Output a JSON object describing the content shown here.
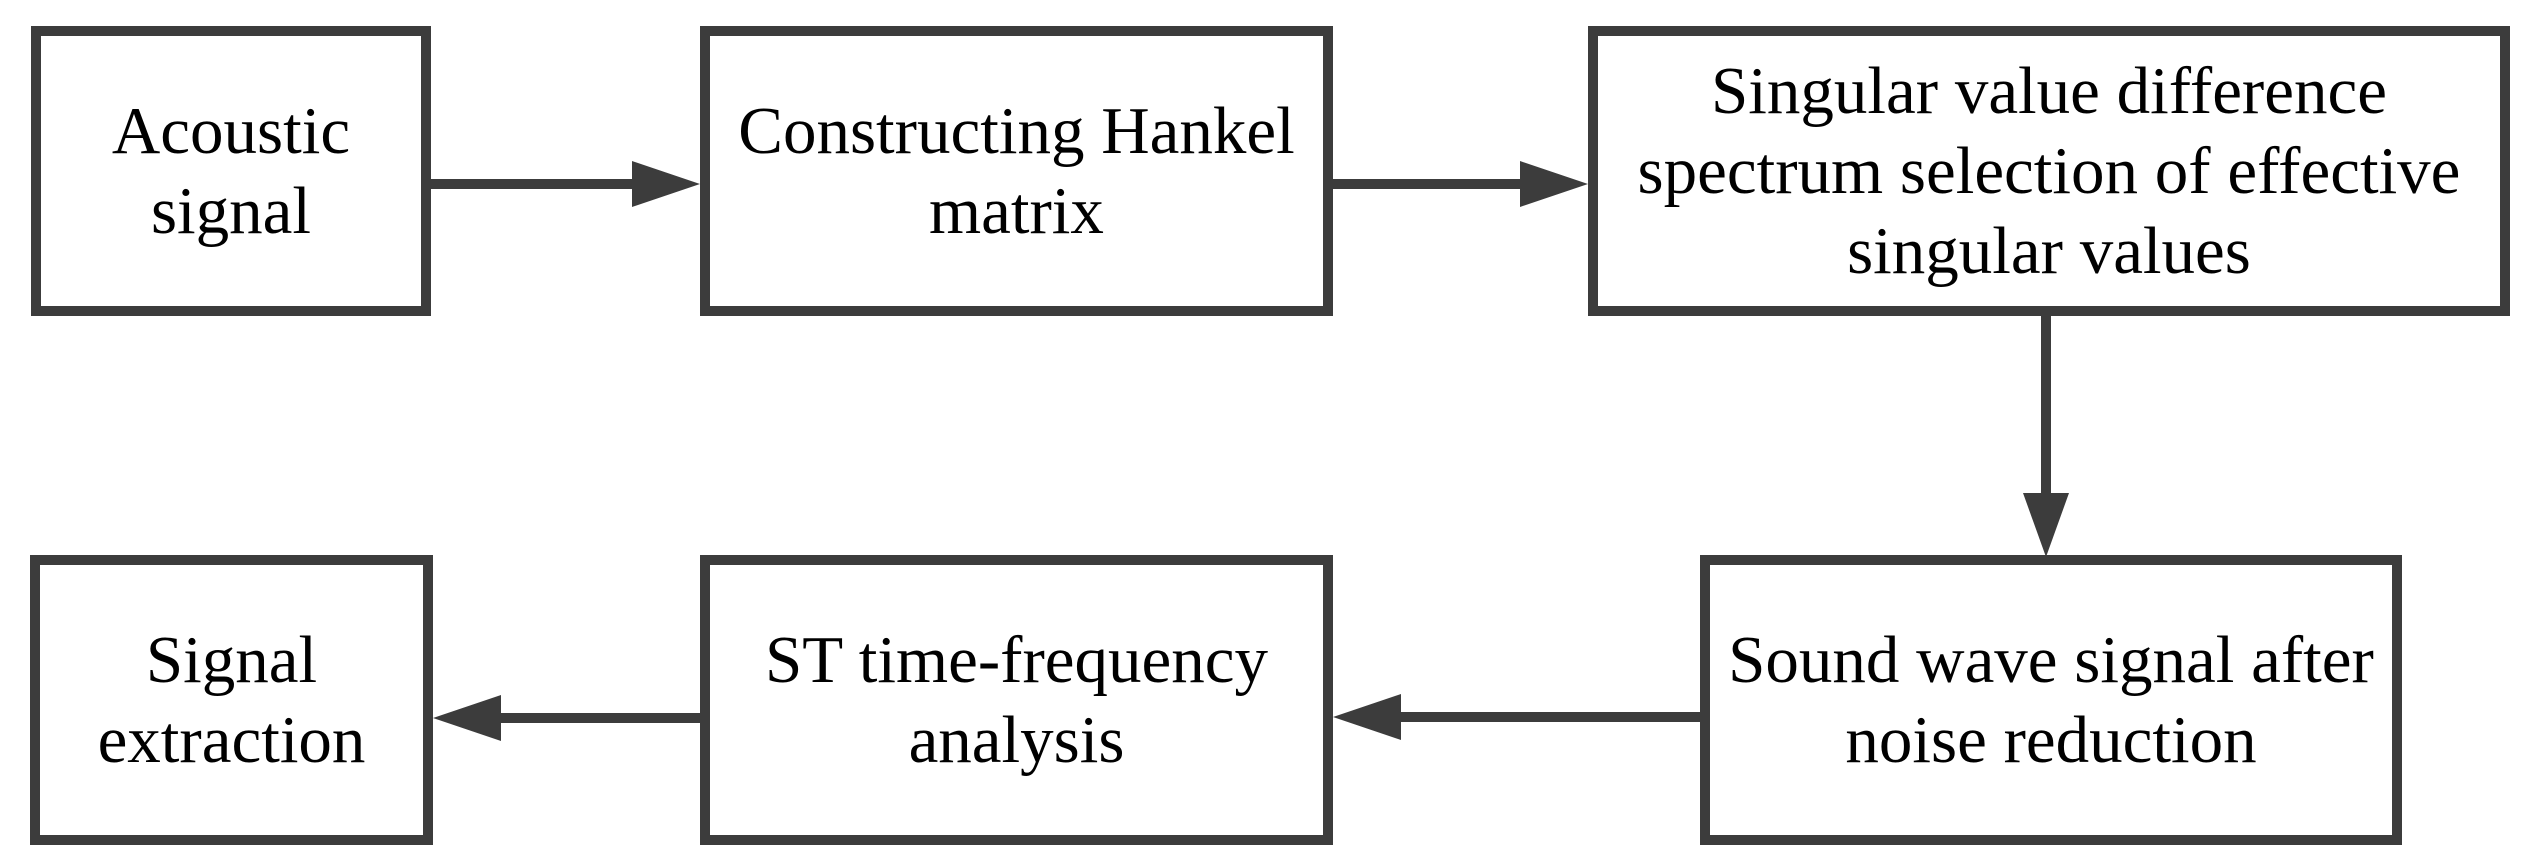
{
  "flowchart": {
    "colors": {
      "line": "#3c3c3c",
      "text": "#000000",
      "background": "#ffffff"
    },
    "nodes": [
      {
        "id": "acoustic-signal",
        "label": "Acoustic signal",
        "lines": [
          "Acoustic",
          "signal"
        ]
      },
      {
        "id": "constructing-hankel-matrix",
        "label": "Constructing Hankel matrix",
        "lines": [
          "Constructing Hankel",
          "matrix"
        ]
      },
      {
        "id": "singular-value-selection",
        "label": "Singular value difference spectrum selection of effective singular values",
        "lines": [
          "Singular value difference",
          "spectrum selection of effective",
          "singular values"
        ]
      },
      {
        "id": "denoised-sound-wave-signal",
        "label": "Sound wave signal after noise reduction",
        "lines": [
          "Sound wave signal after",
          "noise reduction"
        ]
      },
      {
        "id": "st-time-frequency-analysis",
        "label": "ST time-frequency analysis",
        "lines": [
          "ST time-frequency",
          "analysis"
        ]
      },
      {
        "id": "signal-extraction",
        "label": "Signal extraction",
        "lines": [
          "Signal",
          "extraction"
        ]
      }
    ],
    "edges": [
      {
        "from": "acoustic-signal",
        "to": "constructing-hankel-matrix",
        "direction": "right"
      },
      {
        "from": "constructing-hankel-matrix",
        "to": "singular-value-selection",
        "direction": "right"
      },
      {
        "from": "singular-value-selection",
        "to": "denoised-sound-wave-signal",
        "direction": "down"
      },
      {
        "from": "denoised-sound-wave-signal",
        "to": "st-time-frequency-analysis",
        "direction": "left"
      },
      {
        "from": "st-time-frequency-analysis",
        "to": "signal-extraction",
        "direction": "left"
      }
    ]
  }
}
